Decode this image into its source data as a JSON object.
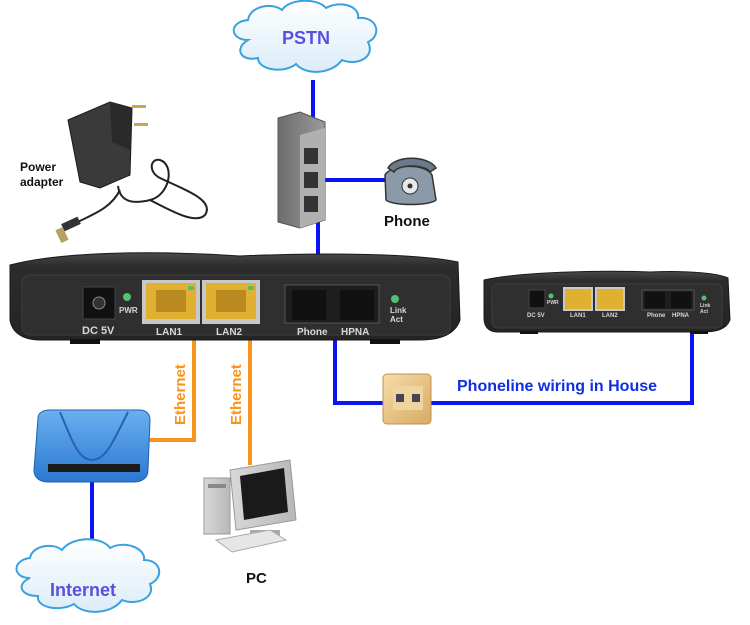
{
  "diagram": {
    "title": "",
    "clouds": {
      "pstn": "PSTN",
      "internet": "Internet"
    },
    "devices": {
      "power_adapter": "Power\nadapter",
      "power_adapter_line1": "Power",
      "power_adapter_line2": "adapter",
      "phone": "Phone",
      "pc": "PC"
    },
    "links": {
      "ethernet_1": "Ethernet",
      "ethernet_2": "Ethernet",
      "phoneline": "Phoneline wiring in House"
    },
    "main_router_ports": {
      "dc": "DC  5V",
      "pwr": "PWR",
      "lan1": "LAN1",
      "lan2": "LAN2",
      "phone": "Phone",
      "hpna": "HPNA",
      "link": "Link",
      "act": "Act"
    },
    "remote_router_ports": {
      "dc": "DC  5V",
      "pwr": "PWR",
      "lan1": "LAN1",
      "lan2": "LAN2",
      "phone": "Phone",
      "hpna": "HPNA",
      "link": "Link",
      "act": "Act"
    },
    "colors": {
      "phoneline": "#0a14f0",
      "ethernet": "#f7941d",
      "cloud_outline": "#3aa0e0",
      "cloud_text": "#5b4fe0",
      "router_body": "#2f2f2f",
      "lan_port": "#e0b030",
      "modem": "#3c8ee0"
    }
  }
}
